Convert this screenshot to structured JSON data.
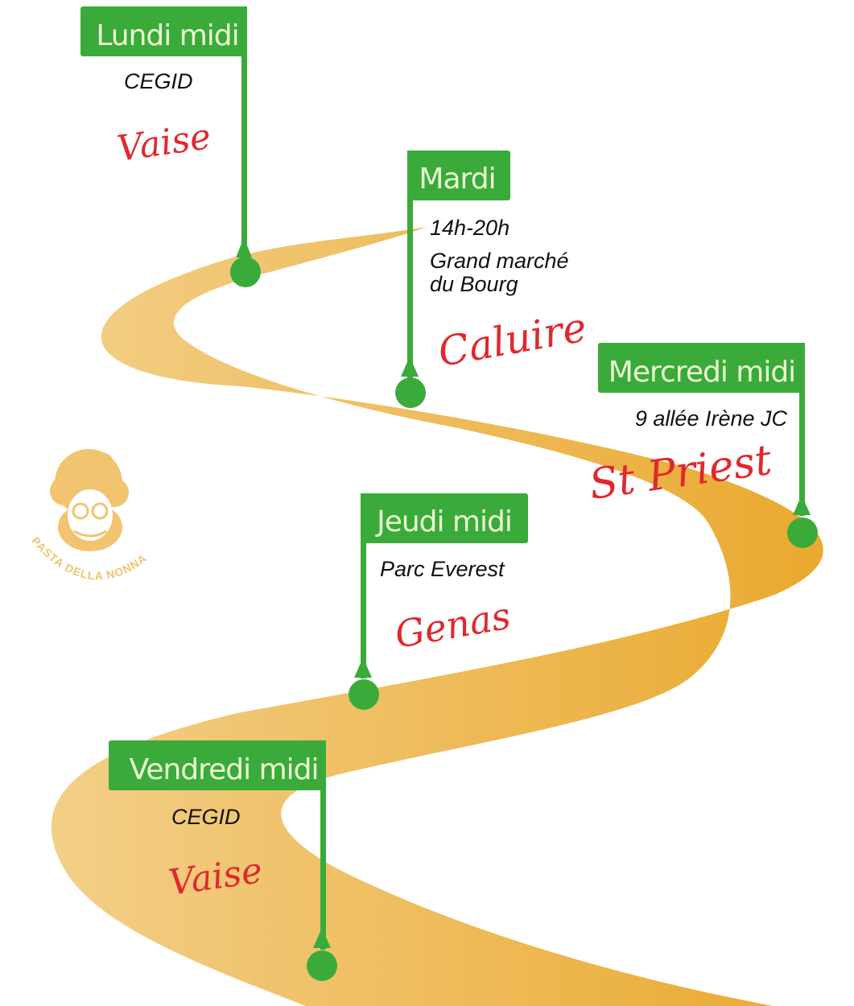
{
  "colors": {
    "flag_green": "#3aab3a",
    "flag_text": "#ecf7d2",
    "road_light": "#f3cf88",
    "road_dark": "#eaa92f",
    "city_red": "#e0282e",
    "logo_gold": "#f2c470"
  },
  "stops": [
    {
      "day": "Lundi midi",
      "info": [
        "CEGID"
      ],
      "city": "Vaise"
    },
    {
      "day": "Mardi",
      "info": [
        "14h-20h",
        "Grand marché",
        "du Bourg"
      ],
      "city": "Caluire"
    },
    {
      "day": "Mercredi midi",
      "info": [
        "9 allée Irène JC"
      ],
      "city": "St Priest"
    },
    {
      "day": "Jeudi midi",
      "info": [
        "Parc Everest"
      ],
      "city": "Genas"
    },
    {
      "day": "Vendredi midi",
      "info": [
        "CEGID"
      ],
      "city": "Vaise"
    }
  ],
  "logo": {
    "text": "PASTA DELLA NONNA",
    "icon": "grandmother-face-icon"
  }
}
